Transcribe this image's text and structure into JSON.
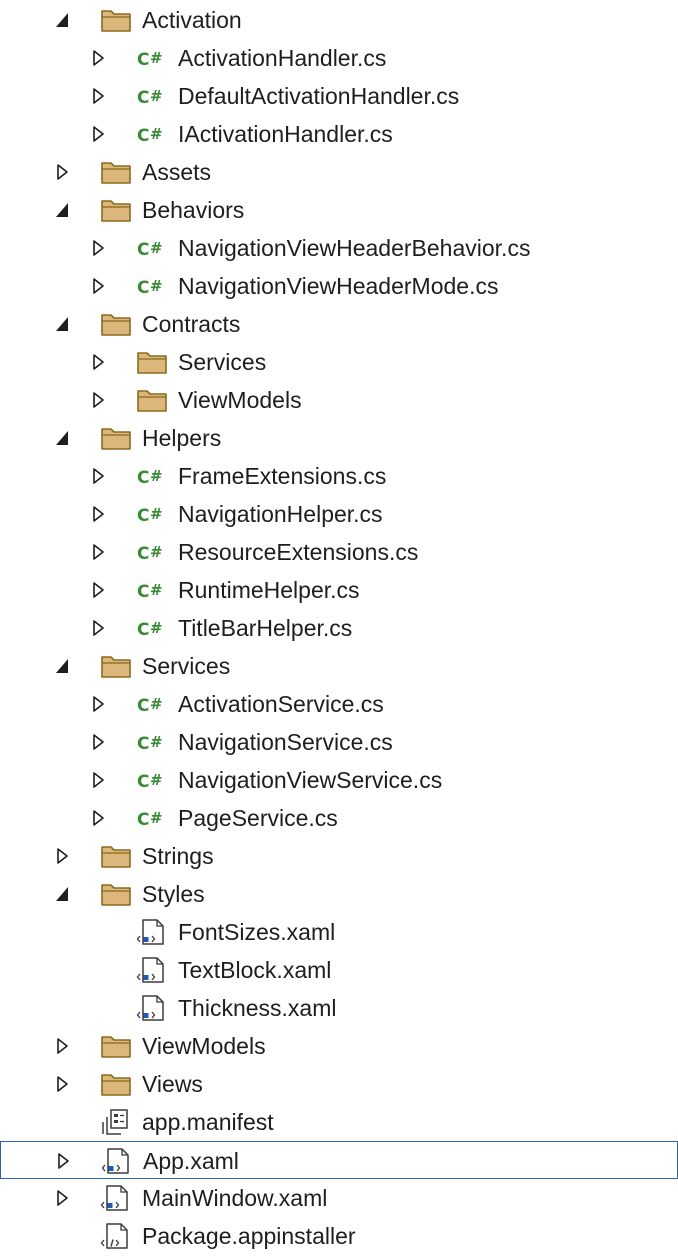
{
  "tree": [
    {
      "label": "Activation",
      "kind": "folder",
      "depth": 0,
      "state": "expanded"
    },
    {
      "label": "ActivationHandler.cs",
      "kind": "cs",
      "depth": 1,
      "state": "collapsed"
    },
    {
      "label": "DefaultActivationHandler.cs",
      "kind": "cs",
      "depth": 1,
      "state": "collapsed"
    },
    {
      "label": "IActivationHandler.cs",
      "kind": "cs",
      "depth": 1,
      "state": "collapsed"
    },
    {
      "label": "Assets",
      "kind": "folder",
      "depth": 0,
      "state": "collapsed"
    },
    {
      "label": "Behaviors",
      "kind": "folder",
      "depth": 0,
      "state": "expanded"
    },
    {
      "label": "NavigationViewHeaderBehavior.cs",
      "kind": "cs",
      "depth": 1,
      "state": "collapsed"
    },
    {
      "label": "NavigationViewHeaderMode.cs",
      "kind": "cs",
      "depth": 1,
      "state": "collapsed"
    },
    {
      "label": "Contracts",
      "kind": "folder",
      "depth": 0,
      "state": "expanded"
    },
    {
      "label": "Services",
      "kind": "folder",
      "depth": 1,
      "state": "collapsed"
    },
    {
      "label": "ViewModels",
      "kind": "folder",
      "depth": 1,
      "state": "collapsed"
    },
    {
      "label": "Helpers",
      "kind": "folder",
      "depth": 0,
      "state": "expanded"
    },
    {
      "label": "FrameExtensions.cs",
      "kind": "cs",
      "depth": 1,
      "state": "collapsed"
    },
    {
      "label": "NavigationHelper.cs",
      "kind": "cs",
      "depth": 1,
      "state": "collapsed"
    },
    {
      "label": "ResourceExtensions.cs",
      "kind": "cs",
      "depth": 1,
      "state": "collapsed"
    },
    {
      "label": "RuntimeHelper.cs",
      "kind": "cs",
      "depth": 1,
      "state": "collapsed"
    },
    {
      "label": "TitleBarHelper.cs",
      "kind": "cs",
      "depth": 1,
      "state": "collapsed"
    },
    {
      "label": "Services",
      "kind": "folder",
      "depth": 0,
      "state": "expanded"
    },
    {
      "label": "ActivationService.cs",
      "kind": "cs",
      "depth": 1,
      "state": "collapsed"
    },
    {
      "label": "NavigationService.cs",
      "kind": "cs",
      "depth": 1,
      "state": "collapsed"
    },
    {
      "label": "NavigationViewService.cs",
      "kind": "cs",
      "depth": 1,
      "state": "collapsed"
    },
    {
      "label": "PageService.cs",
      "kind": "cs",
      "depth": 1,
      "state": "collapsed"
    },
    {
      "label": "Strings",
      "kind": "folder",
      "depth": 0,
      "state": "collapsed"
    },
    {
      "label": "Styles",
      "kind": "folder",
      "depth": 0,
      "state": "expanded"
    },
    {
      "label": "FontSizes.xaml",
      "kind": "xaml",
      "depth": 1,
      "state": "leaf"
    },
    {
      "label": "TextBlock.xaml",
      "kind": "xaml",
      "depth": 1,
      "state": "leaf"
    },
    {
      "label": "Thickness.xaml",
      "kind": "xaml",
      "depth": 1,
      "state": "leaf"
    },
    {
      "label": "ViewModels",
      "kind": "folder",
      "depth": 0,
      "state": "collapsed"
    },
    {
      "label": "Views",
      "kind": "folder",
      "depth": 0,
      "state": "collapsed"
    },
    {
      "label": "app.manifest",
      "kind": "manifest",
      "depth": 0,
      "state": "leaf"
    },
    {
      "label": "App.xaml",
      "kind": "xaml",
      "depth": 0,
      "state": "collapsed",
      "selected": true
    },
    {
      "label": "MainWindow.xaml",
      "kind": "xaml",
      "depth": 0,
      "state": "collapsed"
    },
    {
      "label": "Package.appinstaller",
      "kind": "appinstaller",
      "depth": 0,
      "state": "leaf"
    }
  ],
  "colors": {
    "folder_fill": "#dcb67a",
    "folder_stroke": "#8a6a1f",
    "csharp": "#388a34",
    "xaml_accent": "#1e5bb8",
    "selection_border": "#2f64b4"
  },
  "icon_names": {
    "folder": "folder-icon",
    "cs": "csharp-file-icon",
    "xaml": "xaml-file-icon",
    "manifest": "manifest-file-icon",
    "appinstaller": "appinstaller-file-icon"
  }
}
